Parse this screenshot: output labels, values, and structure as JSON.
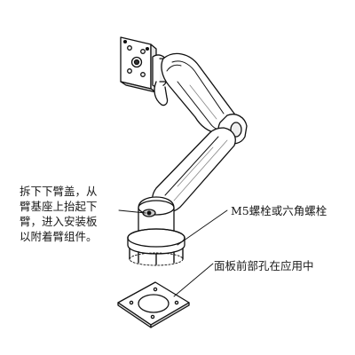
{
  "annotations": {
    "left_note_lines": [
      "拆下下臂盖，从",
      "臂基座上抬起下",
      "臂，进入安装板",
      "以附着臂组件。"
    ],
    "bolts_note": "M5螺栓或六角螺栓",
    "panel_note": "面板前部孔在应用中"
  }
}
